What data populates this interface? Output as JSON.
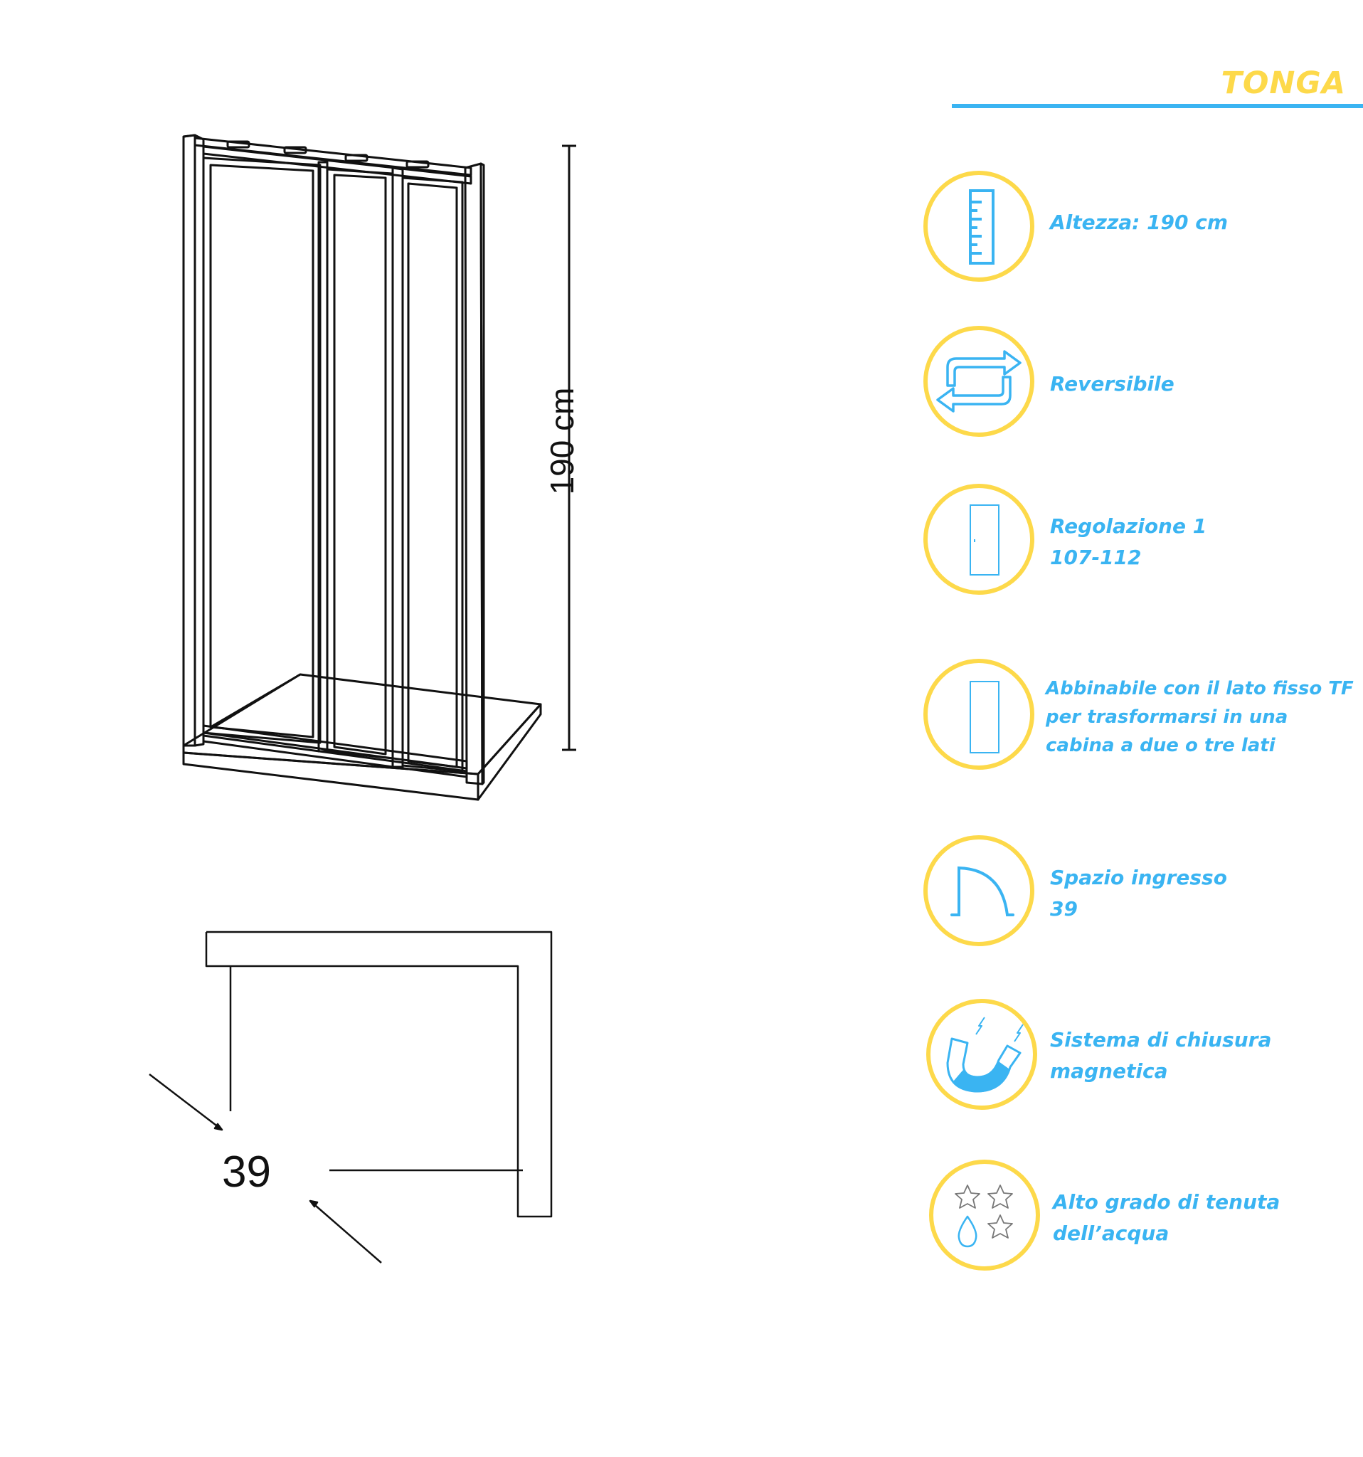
{
  "title": "TONGA",
  "colors": {
    "accent_blue": "#3AB4F2",
    "accent_yellow": "#FDD94A",
    "line": "#111111"
  },
  "dimensions": {
    "height_label": "190 cm",
    "entry_label": "39"
  },
  "features": [
    {
      "icon": "ruler-icon",
      "lines": [
        "Altezza: 190 cm"
      ]
    },
    {
      "icon": "reverse-arrows-icon",
      "lines": [
        "Reversibile"
      ]
    },
    {
      "icon": "door-panel-icon",
      "lines": [
        "Regolazione 1",
        "107-112"
      ]
    },
    {
      "icon": "fixed-side-panel-icon",
      "lines": [
        "Abbinabile con il lato fisso TF",
        "per trasformarsi in una",
        "cabina a due o tre lati"
      ]
    },
    {
      "icon": "door-swing-icon",
      "lines": [
        "Spazio ingresso",
        "39"
      ]
    },
    {
      "icon": "magnet-icon",
      "lines": [
        "Sistema di chiusura",
        "magnetica"
      ]
    },
    {
      "icon": "water-drop-stars-icon",
      "lines": [
        "Alto grado di tenuta",
        "dell’acqua"
      ]
    }
  ]
}
